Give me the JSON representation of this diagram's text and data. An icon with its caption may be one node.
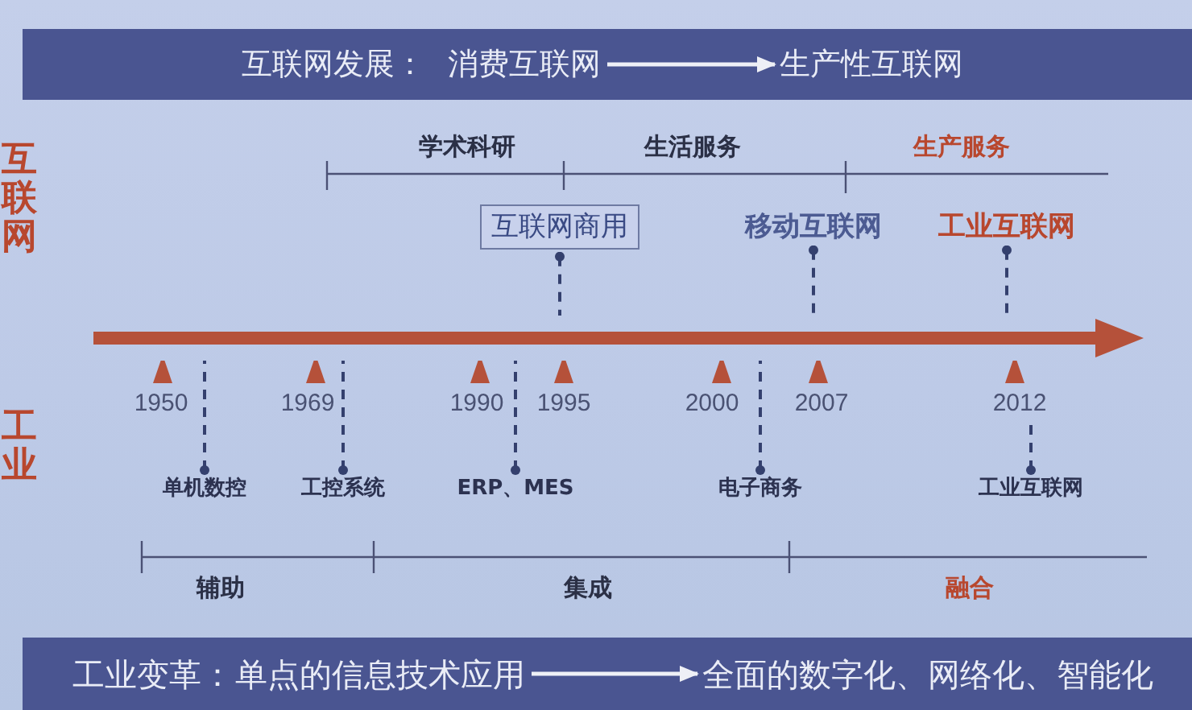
{
  "diagram": {
    "nodes": [
      {
        "text": [
          "互联网发展："
        ]
      },
      {
        "text": [
          "消费互联网"
        ],
        "in": 0
      },
      {
        "text": [
          "生产性互联网"
        ],
        "in": 0
      },
      {
        "text": [
          "互联网商用"
        ]
      },
      {
        "text": [
          "移动互联网"
        ]
      },
      {
        "text": [
          "工业互联网"
        ]
      },
      {
        "text": [],
        "shape": "arrow"
      },
      {
        "text": [
          "2012"
        ]
      },
      {
        "text": [
          "单机数控"
        ]
      },
      {
        "text": [
          "工控系统"
        ]
      },
      {
        "text": [
          "ERP、MES"
        ]
      },
      {
        "text": [
          "电子商务"
        ]
      },
      {
        "text": [
          "工业互联网"
        ]
      },
      {
        "text": [
          "工业变革："
        ]
      },
      {
        "text": [
          "单点的信息技术应用"
        ],
        "in": 13
      },
      {
        "text": [
          "全面的数字化、网络化、智能化"
        ],
        "in": 13
      }
    ],
    "edges": [
      {
        "from": 1,
        "to": 2,
        "arrow": "to",
        "color": "#eef0f6"
      },
      {
        "from": 3,
        "to": 6,
        "arrow": "other",
        "style": "dashed"
      },
      {
        "from": 4,
        "to": 6,
        "arrow": "other",
        "style": "dashed"
      },
      {
        "from": 5,
        "to": 6,
        "arrow": "other",
        "style": "dashed"
      },
      {
        "from": 8,
        "to": 6,
        "arrow": "other",
        "style": "dashed"
      },
      {
        "from": 9,
        "to": 6,
        "arrow": "other",
        "style": "dashed"
      },
      {
        "from": 10,
        "to": 6,
        "arrow": "other",
        "style": "dashed"
      },
      {
        "from": 11,
        "to": 6,
        "arrow": "other",
        "style": "dashed"
      },
      {
        "from": 12,
        "to": 7,
        "arrow": "other",
        "style": "dashed"
      },
      {
        "from": 14,
        "to": 15,
        "arrow": "to",
        "color": "#eef0f6"
      }
    ],
    "labels": [
      "互联网",
      "学术科研",
      "生活服务",
      "生产服务",
      "1950",
      "1969",
      "1990",
      "1995",
      "2000",
      "2007",
      "工业",
      "辅助",
      "集成",
      "融合"
    ]
  }
}
